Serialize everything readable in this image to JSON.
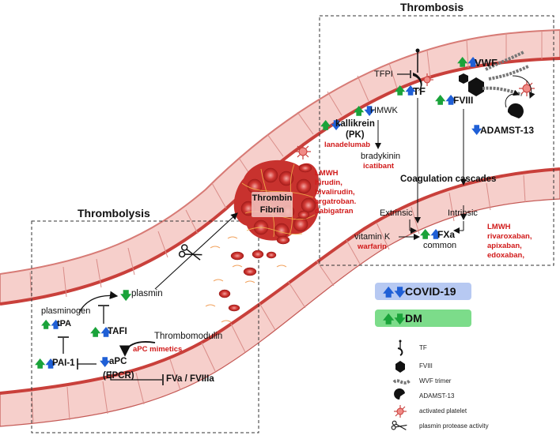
{
  "titles": {
    "thrombosis": "Thrombosis",
    "thrombolysis": "Thrombolysis"
  },
  "clot": {
    "line1": "Thrombin",
    "line2": "Fibrin"
  },
  "thrombosis": {
    "tfpi": "TFPI",
    "tf": "TF",
    "vwf": "VWF",
    "fviii": "FVIII",
    "adamts13": "ADAMST-13",
    "hmwk": "HMWK",
    "kallikrein": "kallikrein",
    "pk": "(PK)",
    "lanadelumab": "lanadelumab",
    "bradykinin": "bradykinin",
    "icatibant": "icatibant",
    "coag": "Coagulation cascades",
    "extrinsic": "Extrinsic",
    "intrinsic": "Intrinsic",
    "vitk": "vitamin K",
    "warfarin": "warfarin",
    "fxa": "FXa",
    "common": "common",
    "drugs_left": [
      "LMWH",
      "hirudin,",
      "bivalirudin,",
      "argatroban.",
      "dabigatran"
    ],
    "drugs_right": [
      "LMWH",
      "rivaroxaban,",
      "apixaban,",
      "edoxaban,"
    ]
  },
  "thrombolysis": {
    "plasmin": "plasmin",
    "plasminogen": "plasminogen",
    "tpa": "tPA",
    "tafi": "TAFI",
    "thrombomodulin": "Thrombomodulin",
    "apc_mimetics": "aPC mimetics",
    "pai1": "PAI-1",
    "apc": "aPC",
    "epcr": "(EPCR)",
    "fva": "FVa / FVIIIa"
  },
  "legend": {
    "covid": "COVID-19",
    "dm": "DM",
    "tf": "TF",
    "fviii": "FVIII",
    "vwf_trimer": "WVF trimer",
    "adamts13": "ADAMST-13",
    "platelet": "activated platelet",
    "plasmin_protease": "plasmin protease activity"
  },
  "colors": {
    "covid_up": "#1f5fd6",
    "dm": "#1aa33a",
    "covid_badge": "#b7c9f2",
    "dm_badge": "#7cdc8a",
    "drug": "#d11a1a",
    "vessel": "#d9706c",
    "vessel_light": "#f6c9c5"
  }
}
